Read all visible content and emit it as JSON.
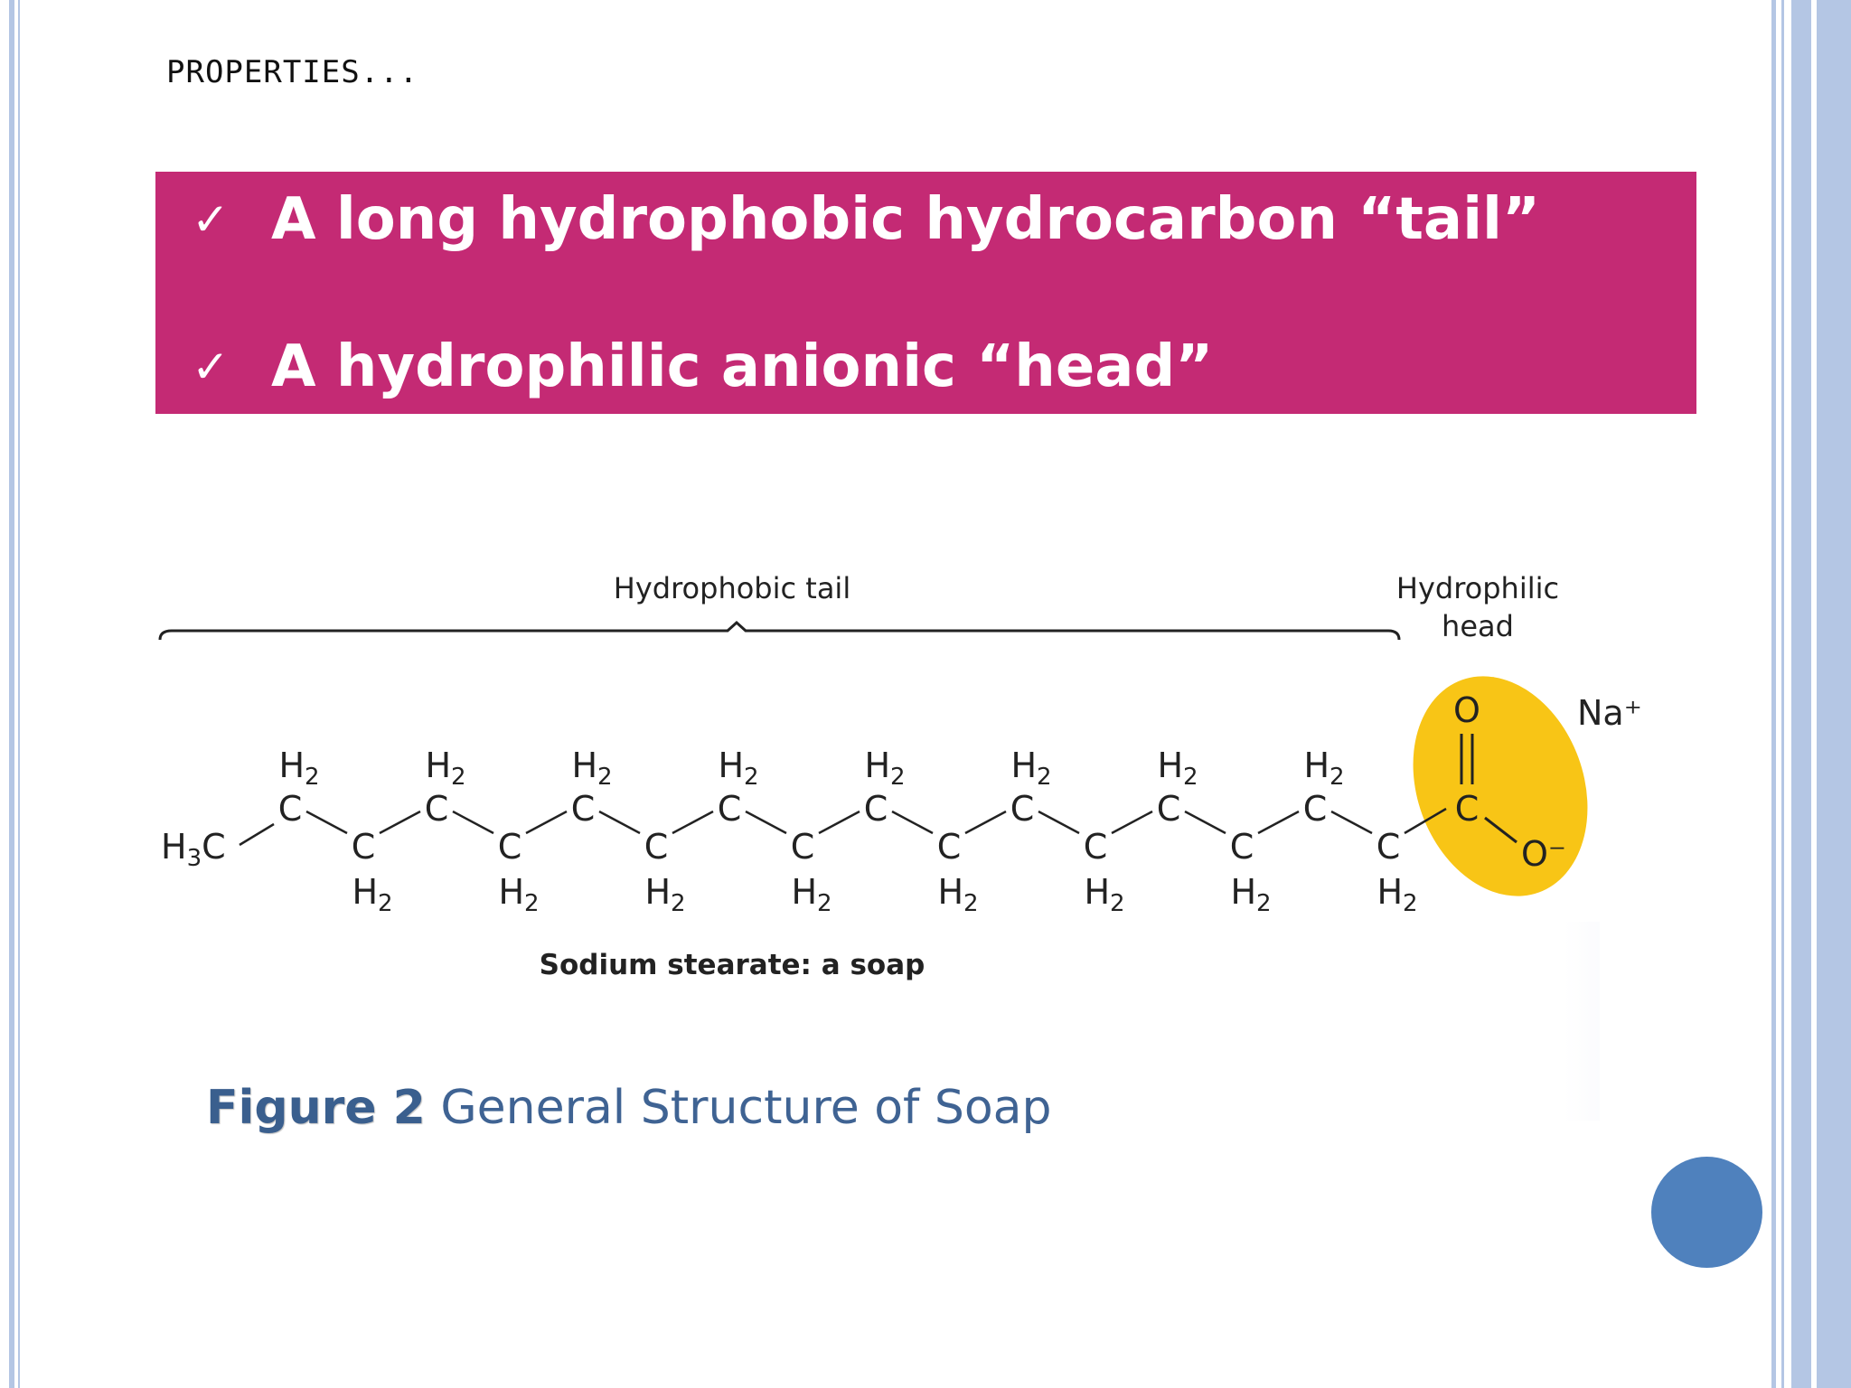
{
  "slide": {
    "heading": "PROPERTIES...",
    "bullets": [
      {
        "check": "✓",
        "text": "A long hydrophobic hydrocarbon “tail”"
      },
      {
        "check": "✓",
        "text": "A hydrophilic anionic “head”"
      }
    ],
    "banner_color": "#c42a74",
    "caption_label": "Figure 2",
    "caption_text": " General Structure of Soap"
  },
  "diagram": {
    "tail_label": "Hydrophobic tail",
    "head_label_line1": "Hydrophilic",
    "head_label_line2": "head",
    "start_group": "H3C",
    "chain_atom": "C",
    "chain_h": "H2",
    "carbonyl_o": "O",
    "carboxyl_c": "C",
    "anion_o": "O⁻",
    "counter_ion": "Na⁺",
    "compound_label": "Sodium stearate: a soap",
    "head_color": "#f8c516"
  },
  "theme": {
    "frame_color": "#b4c6e4",
    "nav_color": "#4f81bd"
  }
}
